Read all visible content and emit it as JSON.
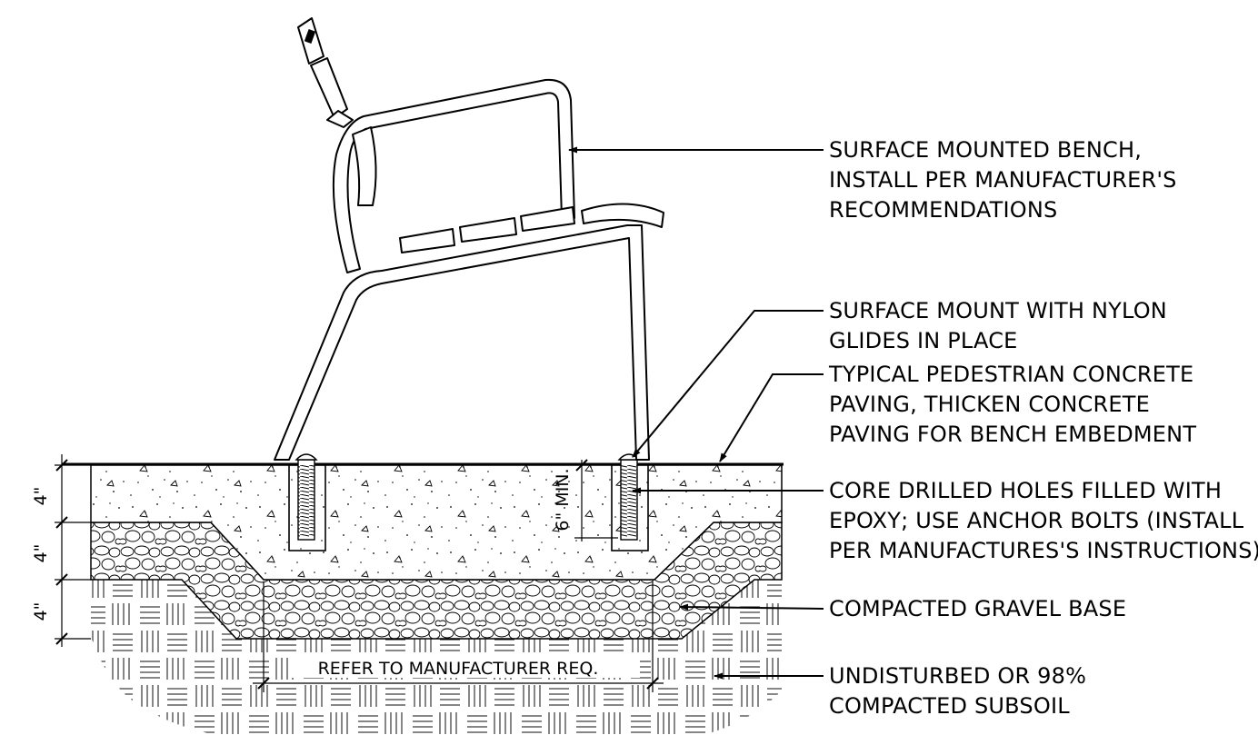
{
  "callouts": [
    {
      "id": "bench",
      "lines": [
        "SURFACE MOUNTED BENCH,",
        "INSTALL PER MANUFACTURER'S",
        "RECOMMENDATIONS"
      ]
    },
    {
      "id": "mount",
      "lines": [
        "SURFACE MOUNT WITH NYLON",
        "GLIDES IN PLACE"
      ]
    },
    {
      "id": "paving",
      "lines": [
        "TYPICAL PEDESTRIAN CONCRETE",
        "PAVING, THICKEN CONCRETE",
        "PAVING FOR BENCH EMBEDMENT"
      ]
    },
    {
      "id": "core",
      "lines": [
        "CORE DRILLED HOLES FILLED WITH",
        "EPOXY; USE ANCHOR BOLTS (INSTALL",
        "PER MANUFACTURES'S INSTRUCTIONS)"
      ]
    },
    {
      "id": "gravel",
      "lines": [
        "COMPACTED GRAVEL BASE"
      ]
    },
    {
      "id": "subsoil",
      "lines": [
        "UNDISTURBED OR 98%",
        "COMPACTED SUBSOIL"
      ]
    }
  ],
  "dimensions": {
    "layer_top": "4\"",
    "layer_mid": "4\"",
    "layer_bottom": "4\"",
    "embed_min": "6\" MIN.",
    "refer": "REFER TO MANUFACTURER REQ."
  },
  "colors": {
    "ink": "#000000",
    "background": "#ffffff"
  }
}
